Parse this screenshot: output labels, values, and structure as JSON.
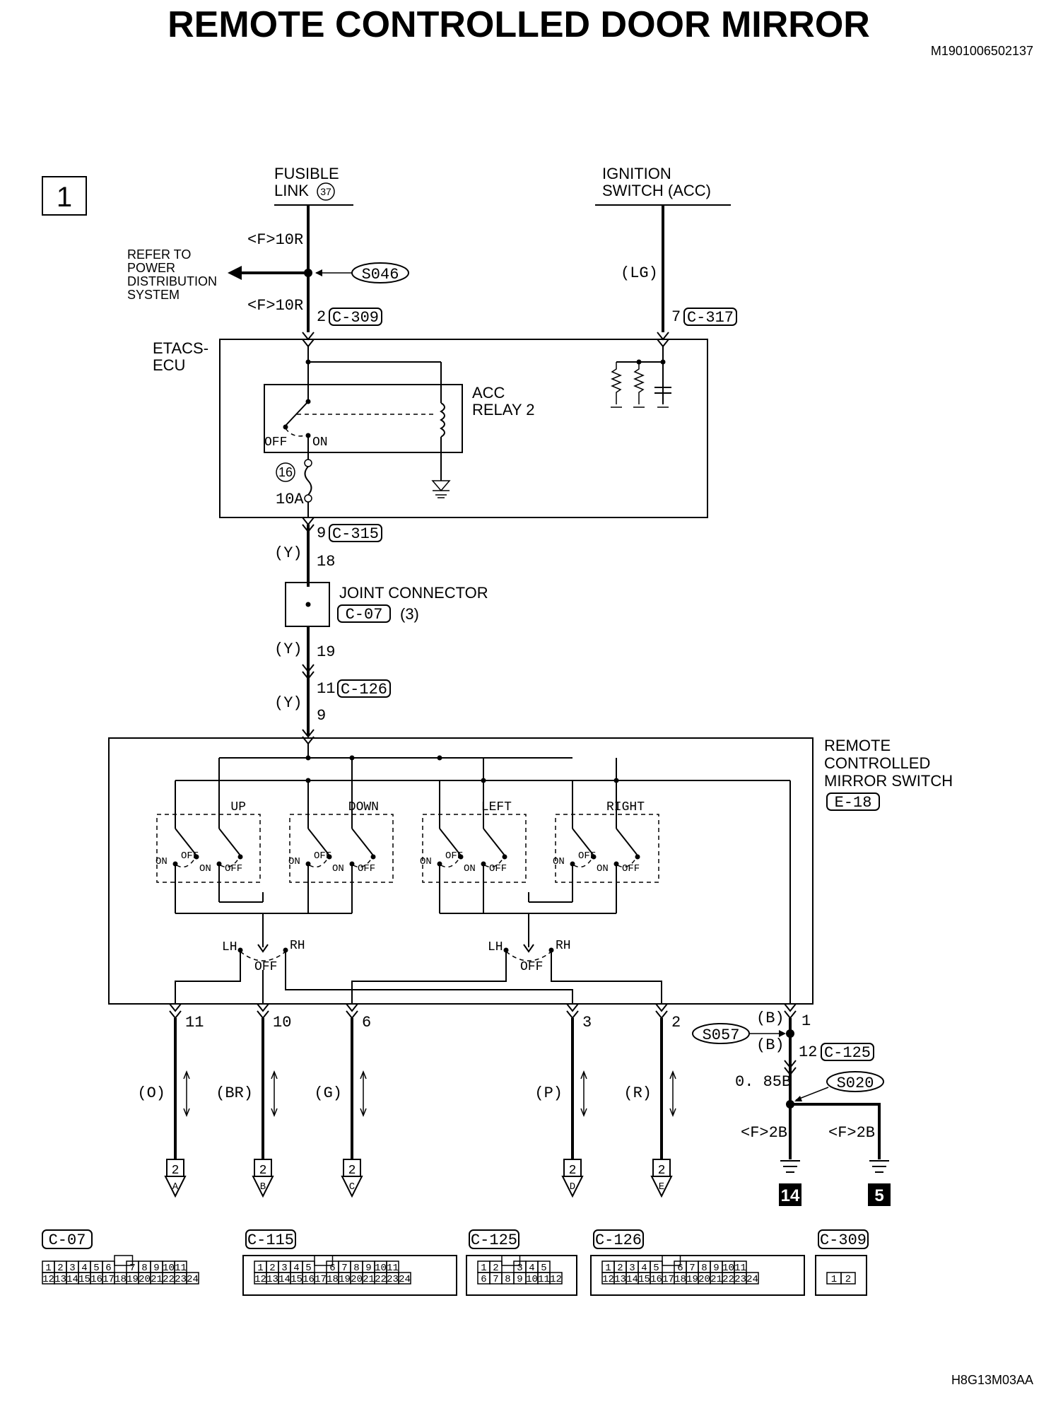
{
  "title": "REMOTE CONTROLLED DOOR MIRROR",
  "doc_code": "M1901006502137",
  "figure_code": "H8G13M03AA",
  "page_number": "1",
  "power": {
    "fusible_link_line1": "FUSIBLE",
    "fusible_link_line2": "LINK",
    "fusible_link_num": "37",
    "ignition_line1": "IGNITION",
    "ignition_line2": "SWITCH (ACC)",
    "wire_f10r_top": "<F>10R",
    "wire_f10r_bottom": "<F>10R",
    "wire_lg": "(LG)",
    "refer_to": [
      "REFER TO",
      "POWER",
      "DISTRIBUTION",
      "SYSTEM"
    ],
    "splice_s046": "S046",
    "pin_c309": "2",
    "conn_c309": "C-309",
    "pin_c317": "7",
    "conn_c317": "C-317"
  },
  "etacs": {
    "label_line1": "ETACS-",
    "label_line2": "ECU",
    "relay_line1": "ACC",
    "relay_line2": "RELAY 2",
    "relay_off": "OFF",
    "relay_on": "ON",
    "fuse_num": "16",
    "fuse_rating": "10A"
  },
  "mid": {
    "pin_9": "9",
    "conn_c315": "C-315",
    "wire_y1": "(Y)",
    "pin_18": "18",
    "joint_label": "JOINT CONNECTOR",
    "joint_conn": "C-07",
    "joint_count": "(3)",
    "wire_y2": "(Y)",
    "pin_19": "19",
    "pin_11": "11",
    "conn_c126": "C-126",
    "wire_y3": "(Y)",
    "pin_9b": "9"
  },
  "mirror_switch": {
    "label_line1": "REMOTE",
    "label_line2": "CONTROLLED",
    "label_line3": "MIRROR SWITCH",
    "conn": "E-18",
    "groups": [
      {
        "name": "UP",
        "on1": "ON",
        "off1": "OFF",
        "on2": "ON",
        "off2": "OFF"
      },
      {
        "name": "DOWN",
        "on1": "ON",
        "off1": "OFF",
        "on2": "ON",
        "off2": "OFF"
      },
      {
        "name": "LEFT",
        "on1": "ON",
        "off1": "OFF",
        "on2": "ON",
        "off2": "OFF"
      },
      {
        "name": "RIGHT",
        "on1": "ON",
        "off1": "OFF",
        "on2": "ON",
        "off2": "OFF"
      }
    ],
    "selectors": [
      {
        "lh": "LH",
        "rh": "RH",
        "off": "OFF"
      },
      {
        "lh": "LH",
        "rh": "RH",
        "off": "OFF"
      }
    ]
  },
  "outputs": [
    {
      "pin": "11",
      "color": "(O)",
      "page": "2",
      "letter": "A"
    },
    {
      "pin": "10",
      "color": "(BR)",
      "page": "2",
      "letter": "B"
    },
    {
      "pin": "6",
      "color": "(G)",
      "page": "2",
      "letter": "C"
    },
    {
      "pin": "3",
      "color": "(P)",
      "page": "2",
      "letter": "D"
    },
    {
      "pin": "2",
      "color": "(R)",
      "page": "2",
      "letter": "E"
    }
  ],
  "ground": {
    "pin_1": "1",
    "splice_s057": "S057",
    "wire_b1": "(B)",
    "wire_b2": "(B)",
    "pin_12": "12",
    "conn_c125": "C-125",
    "wire_085b": "0. 85B",
    "splice_s020": "S020",
    "wire_f2b_left": "<F>2B",
    "wire_f2b_right": "<F>2B",
    "ground_14": "14",
    "ground_5": "5"
  },
  "connectors": [
    {
      "name": "C-07",
      "top": [
        "1",
        "2",
        "3",
        "4",
        "5",
        "6",
        "",
        "7",
        "8",
        "9",
        "10",
        "11"
      ],
      "bottom": [
        "12",
        "13",
        "14",
        "15",
        "16",
        "17",
        "18",
        "19",
        "20",
        "21",
        "22",
        "23",
        "24"
      ]
    },
    {
      "name": "C-115",
      "top": [
        "1",
        "2",
        "3",
        "4",
        "5",
        "",
        "6",
        "7",
        "8",
        "9",
        "10",
        "11"
      ],
      "bottom": [
        "12",
        "13",
        "14",
        "15",
        "16",
        "17",
        "18",
        "19",
        "20",
        "21",
        "22",
        "23",
        "24"
      ]
    },
    {
      "name": "C-125",
      "top": [
        "1",
        "2",
        "",
        "3",
        "4",
        "5"
      ],
      "bottom": [
        "6",
        "7",
        "8",
        "9",
        "10",
        "11",
        "12"
      ]
    },
    {
      "name": "C-126",
      "top": [
        "1",
        "2",
        "3",
        "4",
        "5",
        "",
        "6",
        "7",
        "8",
        "9",
        "10",
        "11"
      ],
      "bottom": [
        "12",
        "13",
        "14",
        "15",
        "16",
        "17",
        "18",
        "19",
        "20",
        "21",
        "22",
        "23",
        "24"
      ]
    },
    {
      "name": "C-309",
      "top": [],
      "bottom": [
        "1",
        "2"
      ]
    }
  ]
}
